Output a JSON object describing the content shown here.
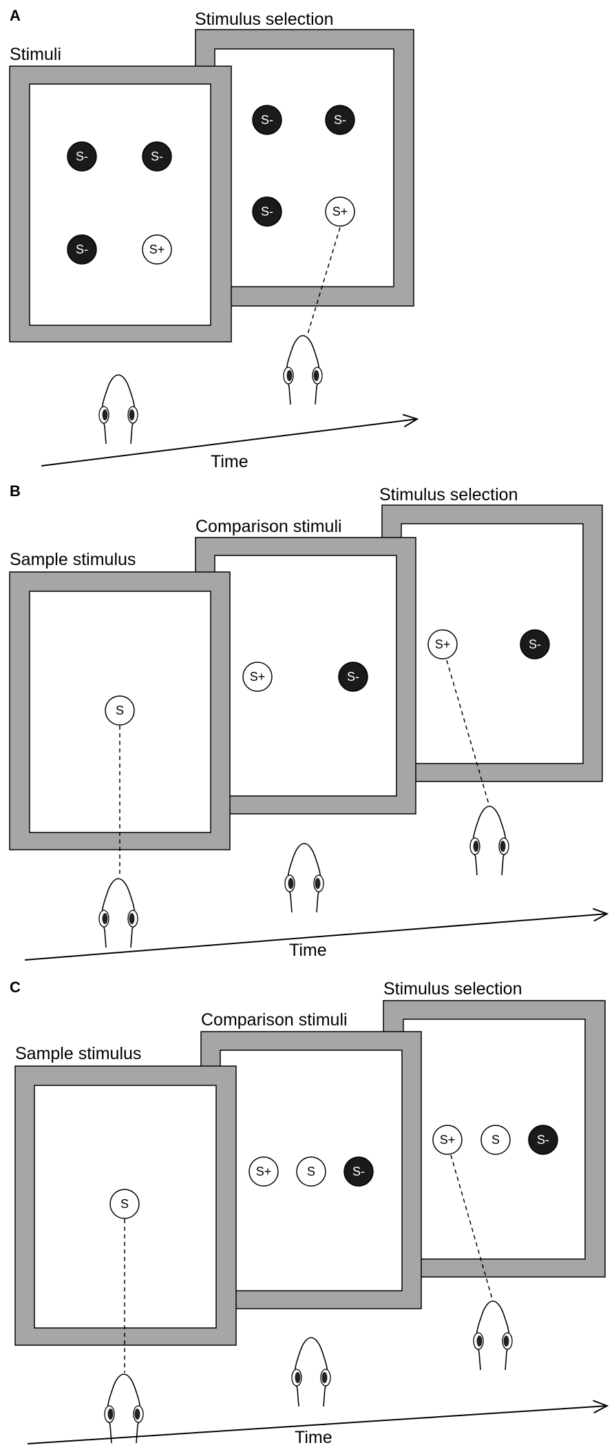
{
  "panels": [
    {
      "id": "A",
      "label": "A",
      "time_label": "Time",
      "frames": [
        {
          "label": "Stimuli",
          "stimuli": [
            "S-",
            "S-",
            "S-",
            "S+"
          ]
        },
        {
          "label": "Stimulus selection",
          "stimuli": [
            "S-",
            "S-",
            "S-",
            "S+"
          ]
        }
      ]
    },
    {
      "id": "B",
      "label": "B",
      "time_label": "Time",
      "frames": [
        {
          "label": "Sample stimulus",
          "stimuli": [
            "S"
          ]
        },
        {
          "label": "Comparison stimuli",
          "stimuli": [
            "S+",
            "S-"
          ]
        },
        {
          "label": "Stimulus selection",
          "stimuli": [
            "S+",
            "S-"
          ]
        }
      ]
    },
    {
      "id": "C",
      "label": "C",
      "time_label": "Time",
      "frames": [
        {
          "label": "Sample stimulus",
          "stimuli": [
            "S"
          ]
        },
        {
          "label": "Comparison stimuli",
          "stimuli": [
            "S+",
            "S",
            "S-"
          ]
        },
        {
          "label": "Stimulus selection",
          "stimuli": [
            "S+",
            "S",
            "S-"
          ]
        }
      ]
    }
  ],
  "colors": {
    "frame_border": "#a6a6a6",
    "negative_fill": "#1a1a1a",
    "positive_fill": "#ffffff",
    "line": "#000000"
  },
  "icons": {
    "subject": "lizard-head-icon"
  }
}
